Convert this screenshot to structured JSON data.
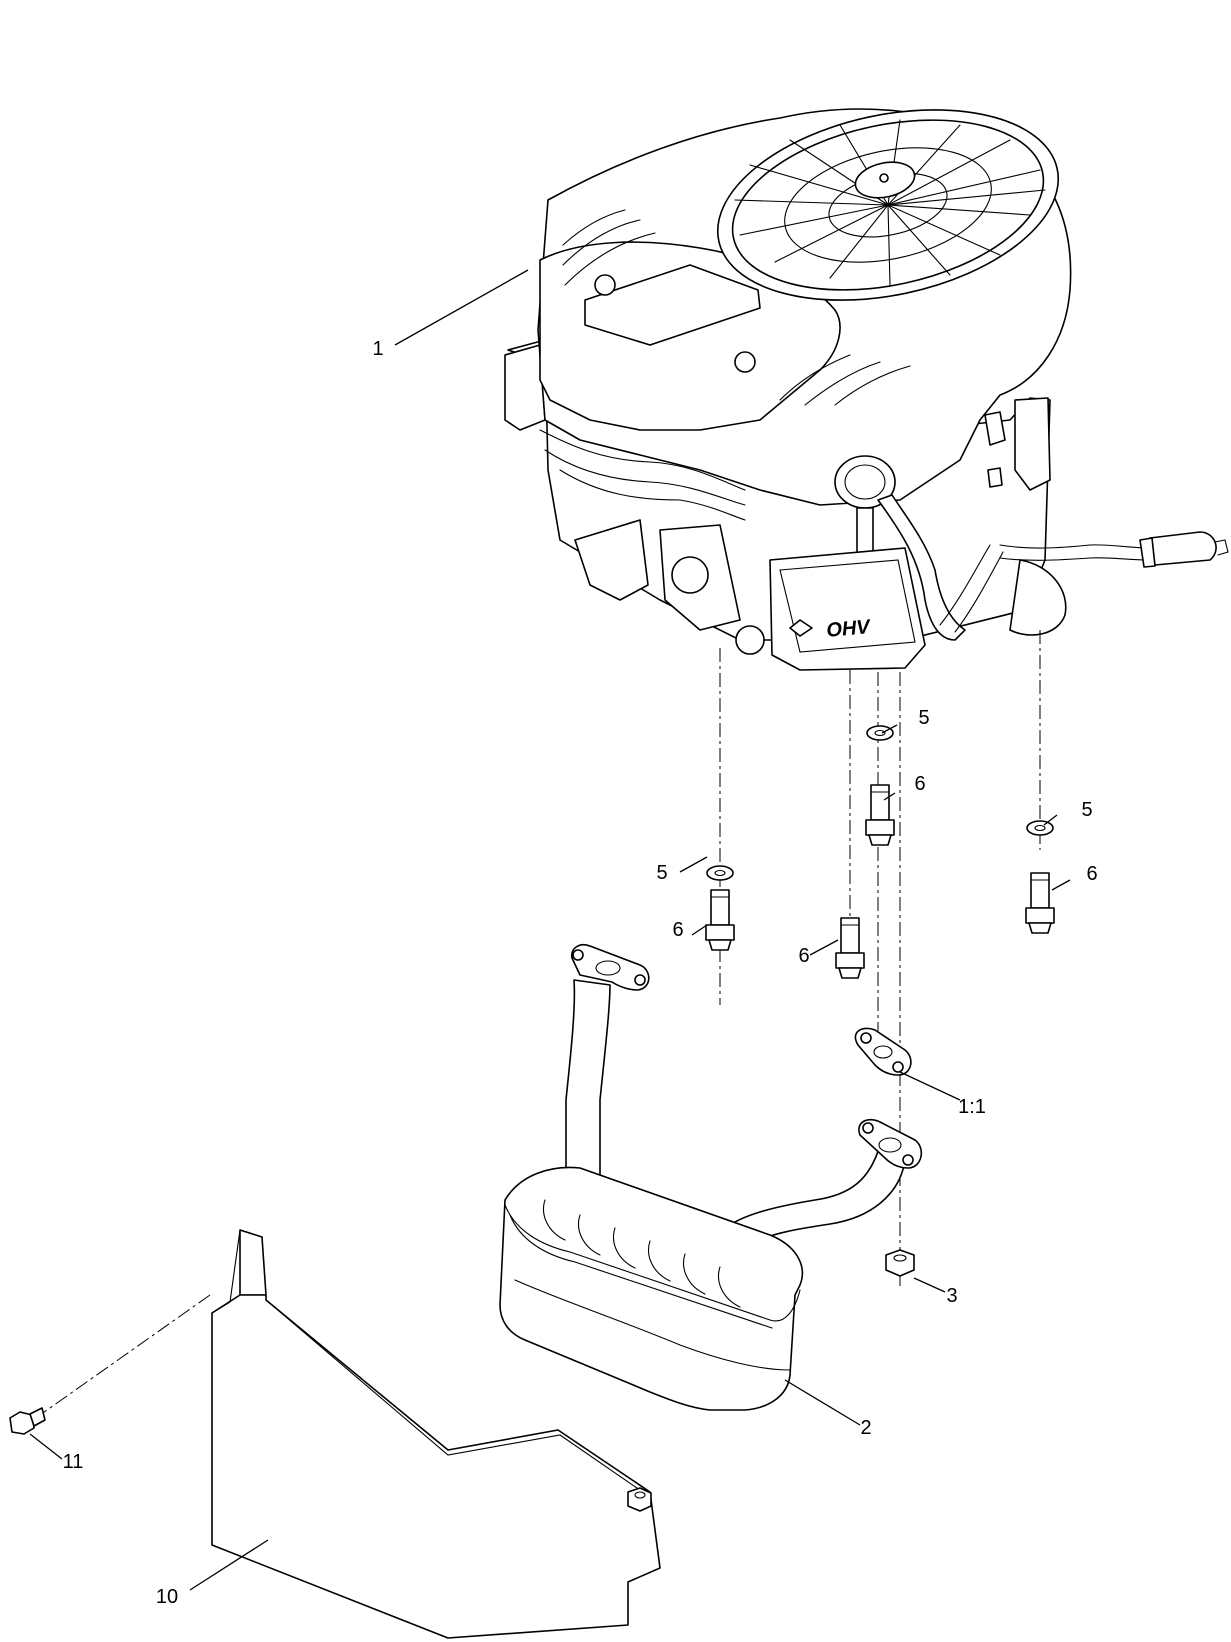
{
  "diagram": {
    "engine_badge_text": "OHV",
    "callouts": [
      {
        "id": "engine",
        "label": "1"
      },
      {
        "id": "washer-a",
        "label": "5"
      },
      {
        "id": "bolt-a",
        "label": "6"
      },
      {
        "id": "washer-b",
        "label": "5"
      },
      {
        "id": "bolt-b",
        "label": "6"
      },
      {
        "id": "washer-c",
        "label": "5"
      },
      {
        "id": "bolt-c",
        "label": "6"
      },
      {
        "id": "bolt-d",
        "label": "6"
      },
      {
        "id": "gasket",
        "label": "1:1"
      },
      {
        "id": "nut",
        "label": "3"
      },
      {
        "id": "muffler",
        "label": "2"
      },
      {
        "id": "shield-bolt",
        "label": "11"
      },
      {
        "id": "heat-shield",
        "label": "10"
      }
    ]
  }
}
